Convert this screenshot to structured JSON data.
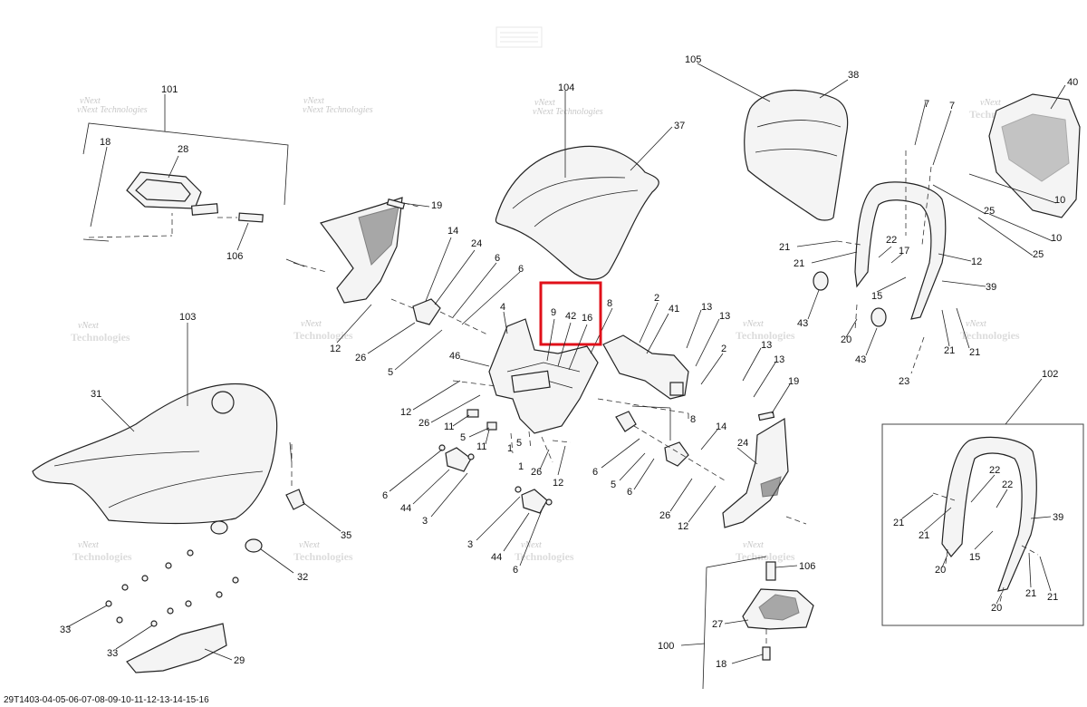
{
  "reference_code": "29T1403-04-05-06-07-08-09-10-11-12-13-14-15-16",
  "watermark": {
    "line1": "vNext",
    "line2": "Technologies",
    "full": "vNext Technologies"
  },
  "highlight_color": "#e0101a",
  "labels": {
    "l101": "101",
    "l18a": "18",
    "l28": "28",
    "l106a": "106",
    "l104": "104",
    "l37": "37",
    "l105": "105",
    "l38": "38",
    "l40": "40",
    "l19a": "19",
    "l14a": "14",
    "l24a": "24",
    "l6a": "6",
    "l6b": "6",
    "l12a": "12",
    "l26a": "26",
    "l5a": "5",
    "l4": "4",
    "l9": "9",
    "l42": "42",
    "l16": "16",
    "l8a": "8",
    "l2a": "2",
    "l41": "41",
    "l13a": "13",
    "l13b": "13",
    "l2b": "2",
    "l13c": "13",
    "l13d": "13",
    "l46": "46",
    "l12b": "12",
    "l26b": "26",
    "l11a": "11",
    "l11b": "11",
    "l5b": "5",
    "l1a": "1",
    "l5c": "5",
    "l1b": "1",
    "l26c": "26",
    "l12c": "12",
    "l8b": "8",
    "l19b": "19",
    "l14b": "14",
    "l6c": "6",
    "l5d": "5",
    "l6d": "6",
    "l24b": "24",
    "l26d": "26",
    "l12d": "12",
    "l6e": "6",
    "l44a": "44",
    "l3a": "3",
    "l3b": "3",
    "l44b": "44",
    "l6f": "6",
    "l103": "103",
    "l31": "31",
    "l35": "35",
    "l32": "32",
    "l33a": "33",
    "l33b": "33",
    "l29": "29",
    "l7a": "7",
    "l7b": "7",
    "l10a": "10",
    "l10b": "10",
    "l25a": "25",
    "l25b": "25",
    "l21a": "21",
    "l21b": "21",
    "l22a": "22",
    "l17": "17",
    "l12e": "12",
    "l15": "15",
    "l39a": "39",
    "l43a": "43",
    "l43b": "43",
    "l20a": "20",
    "l21c": "21",
    "l21d": "21",
    "l23": "23",
    "l102": "102",
    "l22b": "22",
    "l22c": "22",
    "l21e": "21",
    "l21f": "21",
    "l39b": "39",
    "l15b": "15",
    "l20b": "20",
    "l20c": "20",
    "l21g": "21",
    "l21h": "21",
    "l106b": "106",
    "l27": "27",
    "l100": "100",
    "l18b": "18"
  }
}
